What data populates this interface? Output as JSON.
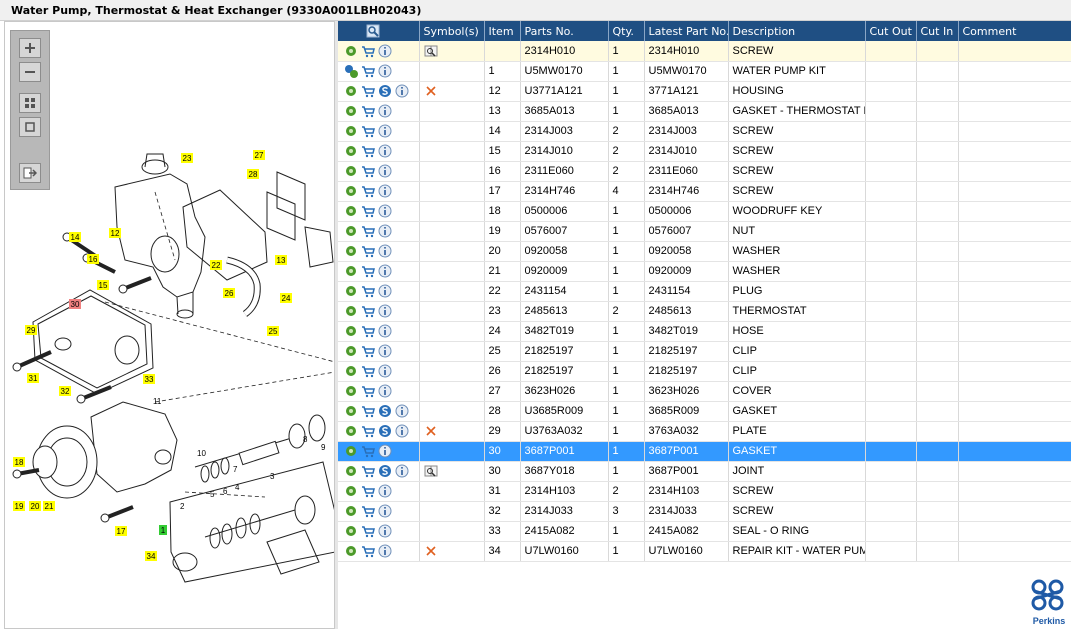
{
  "window": {
    "title": "Water Pump, Thermostat & Heat Exchanger (9330A001LBH02043)"
  },
  "brand": {
    "name": "Perkins",
    "color": "#1f5aa6"
  },
  "colors": {
    "header": "#1f4f83",
    "selected": "#3399ff",
    "first_row": "#fffbe0",
    "callout": "#ffff00",
    "callout_highlight": "#f08080",
    "callout_green": "#33cc33"
  },
  "toolbar": {
    "buttons": [
      "zoom-in-icon",
      "zoom-out-icon",
      "fit-page-icon",
      "actual-size-icon",
      "export-icon"
    ]
  },
  "table": {
    "columns": [
      "Symbol(s)",
      "Item",
      "Parts No.",
      "Qty.",
      "Latest Part No.",
      "Description",
      "Cut Out",
      "Cut In",
      "Comment"
    ],
    "rows": [
      {
        "icons": [
          "gear-icon",
          "cart-icon",
          "info-icon"
        ],
        "symbol": "book-icon",
        "item": "",
        "part_no": "2314H010",
        "qty": "1",
        "latest": "2314H010",
        "description": "SCREW",
        "first": true
      },
      {
        "icons": [
          "gears-icon",
          "cart-icon",
          "info-icon"
        ],
        "symbol": "",
        "item": "1",
        "part_no": "U5MW0170",
        "qty": "1",
        "latest": "U5MW0170",
        "description": "WATER PUMP KIT"
      },
      {
        "icons": [
          "gear-icon",
          "cart-icon",
          "s-icon",
          "info-icon"
        ],
        "symbol": "cross-icon",
        "item": "12",
        "part_no": "U3771A121",
        "qty": "1",
        "latest": "3771A121",
        "description": "HOUSING"
      },
      {
        "icons": [
          "gear-icon",
          "cart-icon",
          "info-icon"
        ],
        "symbol": "",
        "item": "13",
        "part_no": "3685A013",
        "qty": "1",
        "latest": "3685A013",
        "description": "GASKET - THERMOSTAT HS"
      },
      {
        "icons": [
          "gear-icon",
          "cart-icon",
          "info-icon"
        ],
        "symbol": "",
        "item": "14",
        "part_no": "2314J003",
        "qty": "2",
        "latest": "2314J003",
        "description": "SCREW"
      },
      {
        "icons": [
          "gear-icon",
          "cart-icon",
          "info-icon"
        ],
        "symbol": "",
        "item": "15",
        "part_no": "2314J010",
        "qty": "2",
        "latest": "2314J010",
        "description": "SCREW"
      },
      {
        "icons": [
          "gear-icon",
          "cart-icon",
          "info-icon"
        ],
        "symbol": "",
        "item": "16",
        "part_no": "2311E060",
        "qty": "2",
        "latest": "2311E060",
        "description": "SCREW"
      },
      {
        "icons": [
          "gear-icon",
          "cart-icon",
          "info-icon"
        ],
        "symbol": "",
        "item": "17",
        "part_no": "2314H746",
        "qty": "4",
        "latest": "2314H746",
        "description": "SCREW"
      },
      {
        "icons": [
          "gear-icon",
          "cart-icon",
          "info-icon"
        ],
        "symbol": "",
        "item": "18",
        "part_no": "0500006",
        "qty": "1",
        "latest": "0500006",
        "description": "WOODRUFF KEY"
      },
      {
        "icons": [
          "gear-icon",
          "cart-icon",
          "info-icon"
        ],
        "symbol": "",
        "item": "19",
        "part_no": "0576007",
        "qty": "1",
        "latest": "0576007",
        "description": "NUT"
      },
      {
        "icons": [
          "gear-icon",
          "cart-icon",
          "info-icon"
        ],
        "symbol": "",
        "item": "20",
        "part_no": "0920058",
        "qty": "1",
        "latest": "0920058",
        "description": "WASHER"
      },
      {
        "icons": [
          "gear-icon",
          "cart-icon",
          "info-icon"
        ],
        "symbol": "",
        "item": "21",
        "part_no": "0920009",
        "qty": "1",
        "latest": "0920009",
        "description": "WASHER"
      },
      {
        "icons": [
          "gear-icon",
          "cart-icon",
          "info-icon"
        ],
        "symbol": "",
        "item": "22",
        "part_no": "2431154",
        "qty": "1",
        "latest": "2431154",
        "description": "PLUG"
      },
      {
        "icons": [
          "gear-icon",
          "cart-icon",
          "info-icon"
        ],
        "symbol": "",
        "item": "23",
        "part_no": "2485613",
        "qty": "2",
        "latest": "2485613",
        "description": "THERMOSTAT"
      },
      {
        "icons": [
          "gear-icon",
          "cart-icon",
          "info-icon"
        ],
        "symbol": "",
        "item": "24",
        "part_no": "3482T019",
        "qty": "1",
        "latest": "3482T019",
        "description": "HOSE"
      },
      {
        "icons": [
          "gear-icon",
          "cart-icon",
          "info-icon"
        ],
        "symbol": "",
        "item": "25",
        "part_no": "21825197",
        "qty": "1",
        "latest": "21825197",
        "description": "CLIP"
      },
      {
        "icons": [
          "gear-icon",
          "cart-icon",
          "info-icon"
        ],
        "symbol": "",
        "item": "26",
        "part_no": "21825197",
        "qty": "1",
        "latest": "21825197",
        "description": "CLIP"
      },
      {
        "icons": [
          "gear-icon",
          "cart-icon",
          "info-icon"
        ],
        "symbol": "",
        "item": "27",
        "part_no": "3623H026",
        "qty": "1",
        "latest": "3623H026",
        "description": "COVER"
      },
      {
        "icons": [
          "gear-icon",
          "cart-icon",
          "s-icon",
          "info-icon"
        ],
        "symbol": "",
        "item": "28",
        "part_no": "U3685R009",
        "qty": "1",
        "latest": "3685R009",
        "description": "GASKET"
      },
      {
        "icons": [
          "gear-icon",
          "cart-icon",
          "s-icon",
          "info-icon"
        ],
        "symbol": "cross-icon",
        "item": "29",
        "part_no": "U3763A032",
        "qty": "1",
        "latest": "3763A032",
        "description": "PLATE"
      },
      {
        "icons": [
          "gear-icon",
          "cart-icon",
          "info-icon"
        ],
        "symbol": "",
        "item": "30",
        "part_no": "3687P001",
        "qty": "1",
        "latest": "3687P001",
        "description": "GASKET",
        "selected": true
      },
      {
        "icons": [
          "gear-icon",
          "cart-icon",
          "s-icon",
          "info-icon"
        ],
        "symbol": "book-icon",
        "item": "30",
        "part_no": "3687Y018",
        "qty": "1",
        "latest": "3687P001",
        "description": "JOINT"
      },
      {
        "icons": [
          "gear-icon",
          "cart-icon",
          "info-icon"
        ],
        "symbol": "",
        "item": "31",
        "part_no": "2314H103",
        "qty": "2",
        "latest": "2314H103",
        "description": "SCREW"
      },
      {
        "icons": [
          "gear-icon",
          "cart-icon",
          "info-icon"
        ],
        "symbol": "",
        "item": "32",
        "part_no": "2314J033",
        "qty": "3",
        "latest": "2314J033",
        "description": "SCREW"
      },
      {
        "icons": [
          "gear-icon",
          "cart-icon",
          "info-icon"
        ],
        "symbol": "",
        "item": "33",
        "part_no": "2415A082",
        "qty": "1",
        "latest": "2415A082",
        "description": "SEAL - O RING"
      },
      {
        "icons": [
          "gear-icon",
          "cart-icon",
          "info-icon"
        ],
        "symbol": "cross-icon",
        "item": "34",
        "part_no": "U7LW0160",
        "qty": "1",
        "latest": "U7LW0160",
        "description": "REPAIR KIT - WATER PUMP"
      }
    ]
  },
  "diagram": {
    "callouts": [
      {
        "label": "23",
        "style": "yellow"
      },
      {
        "label": "27",
        "style": "yellow"
      },
      {
        "label": "28",
        "style": "yellow"
      },
      {
        "label": "14",
        "style": "yellow"
      },
      {
        "label": "12",
        "style": "yellow"
      },
      {
        "label": "16",
        "style": "yellow"
      },
      {
        "label": "13",
        "style": "yellow"
      },
      {
        "label": "22",
        "style": "yellow"
      },
      {
        "label": "15",
        "style": "yellow"
      },
      {
        "label": "26",
        "style": "yellow"
      },
      {
        "label": "24",
        "style": "yellow"
      },
      {
        "label": "30",
        "style": "red"
      },
      {
        "label": "29",
        "style": "yellow"
      },
      {
        "label": "25",
        "style": "yellow"
      },
      {
        "label": "31",
        "style": "yellow"
      },
      {
        "label": "33",
        "style": "yellow"
      },
      {
        "label": "32",
        "style": "yellow"
      },
      {
        "label": "18",
        "style": "yellow"
      },
      {
        "label": "19",
        "style": "yellow"
      },
      {
        "label": "20",
        "style": "yellow"
      },
      {
        "label": "21",
        "style": "yellow"
      },
      {
        "label": "17",
        "style": "yellow"
      },
      {
        "label": "1",
        "style": "green"
      },
      {
        "label": "34",
        "style": "yellow"
      }
    ],
    "plain_labels": [
      "11",
      "10",
      "9",
      "8",
      "7",
      "6",
      "5",
      "4",
      "3",
      "2"
    ]
  }
}
